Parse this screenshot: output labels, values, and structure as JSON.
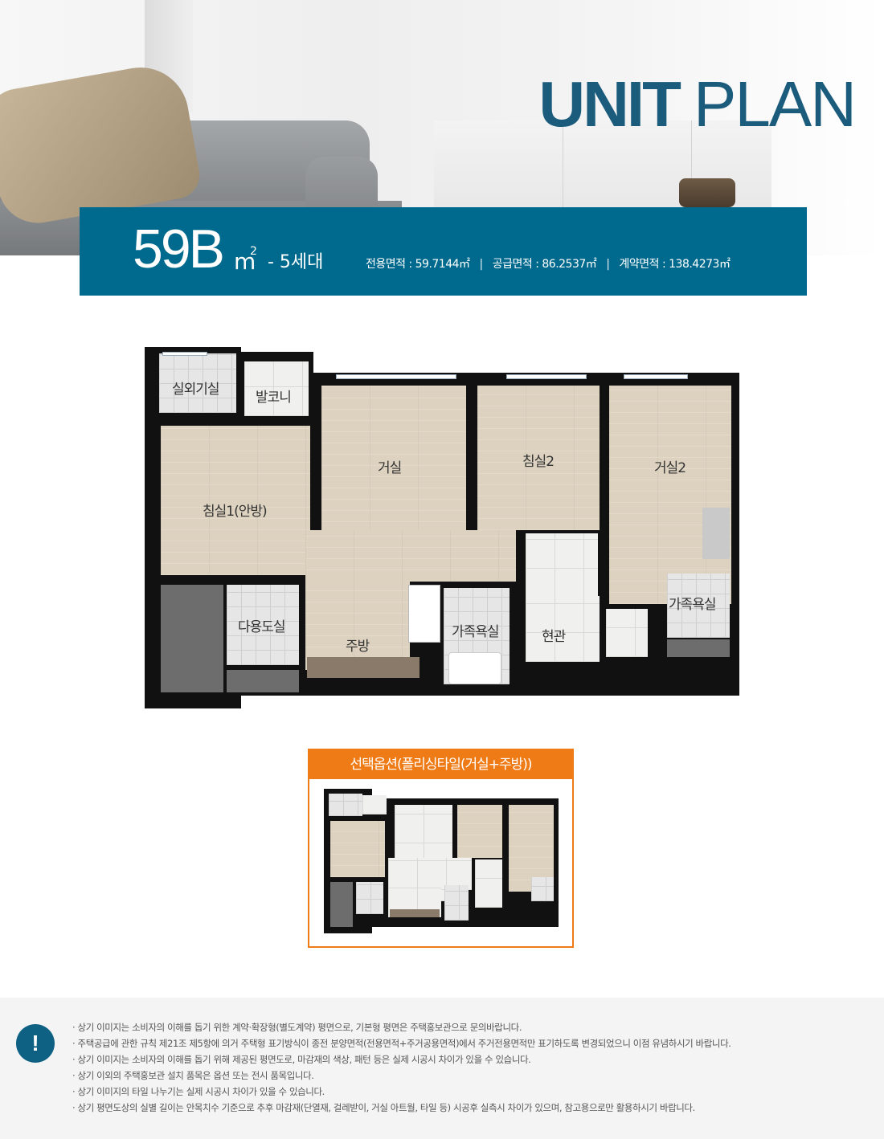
{
  "header": {
    "title_bold": "UNIT",
    "title_light": "PLAN"
  },
  "banner": {
    "type": "59B",
    "unit": "m",
    "unit_sup": "2",
    "households": "- 5세대",
    "exclusive_area": "전용면적 : 59.7144㎡",
    "supply_area": "공급면적 : 86.2537㎡",
    "contract_area": "계약면적 : 138.4273㎡",
    "separator": "|"
  },
  "floor_plan": {
    "rooms": {
      "outdoor_unit": "실외기실",
      "balcony": "발코니",
      "living": "거실",
      "bedroom2": "침실2",
      "living2": "거실2",
      "master_bedroom": "침실1(안방)",
      "utility_room": "다용도실",
      "kitchen": "주방",
      "bathroom": "가족욕실",
      "entrance": "현관",
      "bathroom2": "가족욕실"
    }
  },
  "option": {
    "title": "선택옵션(폴리싱타일(거실+주방))"
  },
  "notes": {
    "badge": "!",
    "items": [
      "· 상기 이미지는 소비자의 이해를 돕기 위한 계약·확장형(별도계약) 평면으로, 기본형 평면은 주택홍보관으로 문의바랍니다.",
      "· 주택공급에 관한 규칙 제21조 제5항에 의거 주택형 표기방식이 종전 분양면적(전용면적+주거공용면적)에서 주거전용면적만 표기하도록 변경되었으니 이점 유념하시기 바랍니다.",
      "· 상기 이미지는 소비자의 이해를 돕기 위해 제공된 평면도로, 마감재의 색상, 패턴 등은 실제 시공시 차이가 있을 수 있습니다.",
      "· 상기 이외의 주택홍보관 설치 품목은 옵션 또는 전시 품목입니다.",
      "· 상기 이미지의 타일 나누기는 실제 시공시 차이가 있을 수 있습니다.",
      "· 상기 평면도상의 실별 길이는 안목치수 기준으로 추후 마감재(단열재, 걸레받이, 거실 아트월, 타일 등) 시공후 실측시 차이가 있으며, 참고용으로만 활용하시기 바랍니다."
    ]
  },
  "colors": {
    "brand_blue": "#006a8e",
    "title_blue": "#1b5c7d",
    "option_orange": "#ef7b17"
  }
}
